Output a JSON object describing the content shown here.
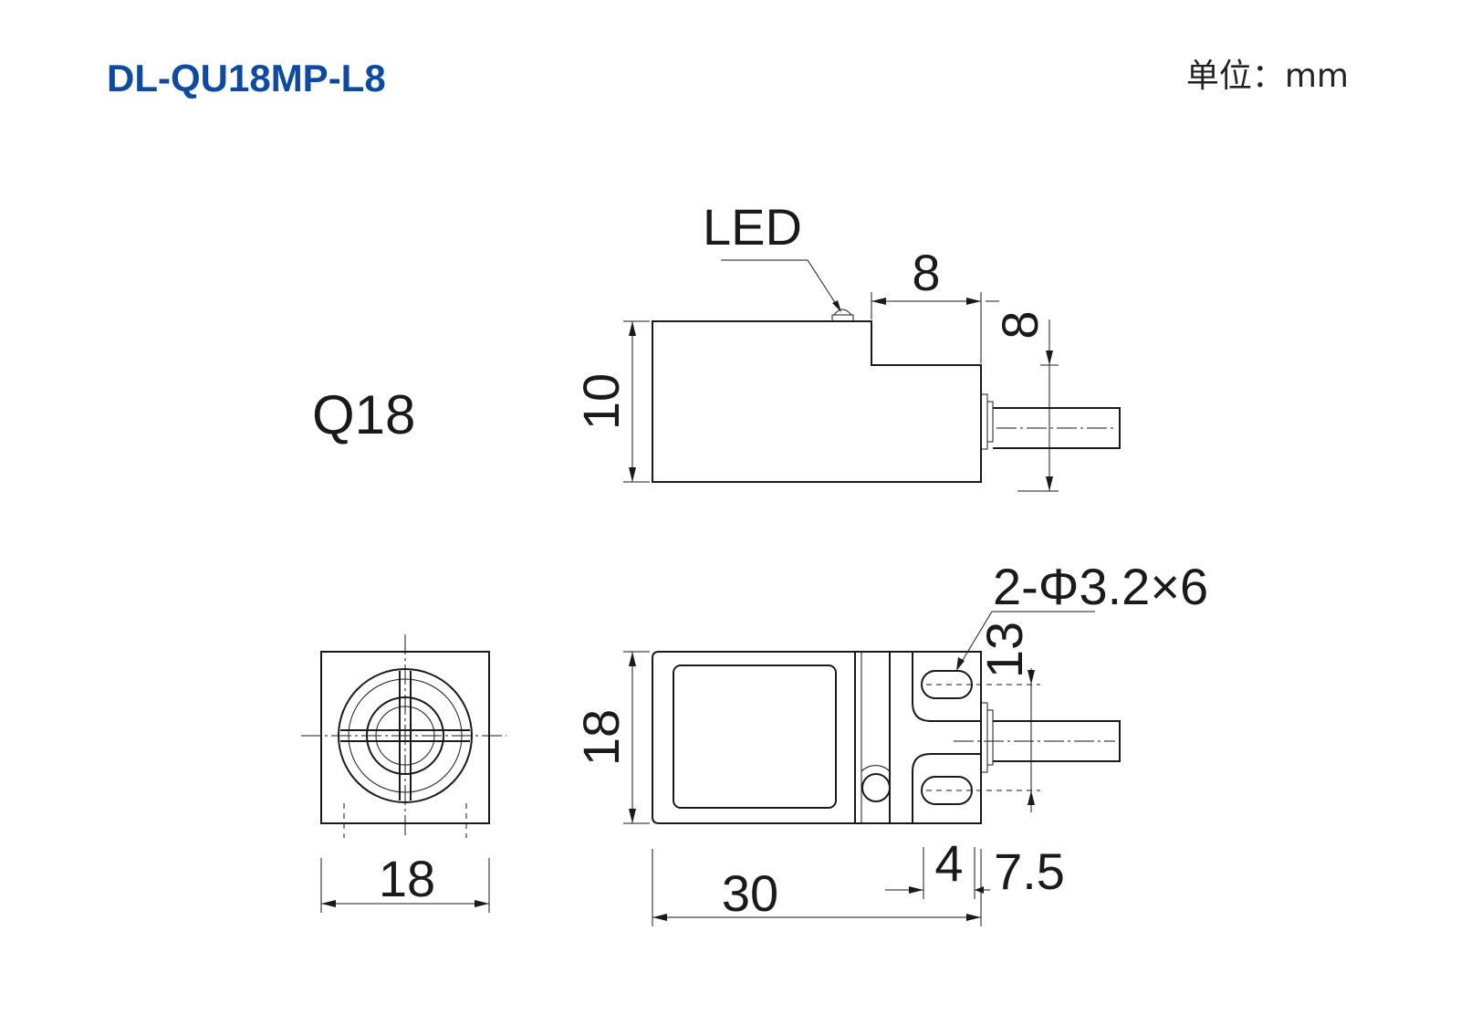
{
  "header": {
    "title": "DL-QU18MP-L8",
    "unit": "单位：mm"
  },
  "labels": {
    "series": "Q18",
    "led": "LED",
    "hole_spec": "2-Φ3.2×6"
  },
  "dimensions": {
    "side_height": "10",
    "side_step_len": "8",
    "side_step_height": "8",
    "front_width": "18",
    "top_height": "18",
    "top_length": "30",
    "hole_spacing": "13",
    "hole_offset": "4",
    "hole_edge": "7.5"
  },
  "colors": {
    "title": "#0f4aa2",
    "line": "#1a1a1a"
  }
}
